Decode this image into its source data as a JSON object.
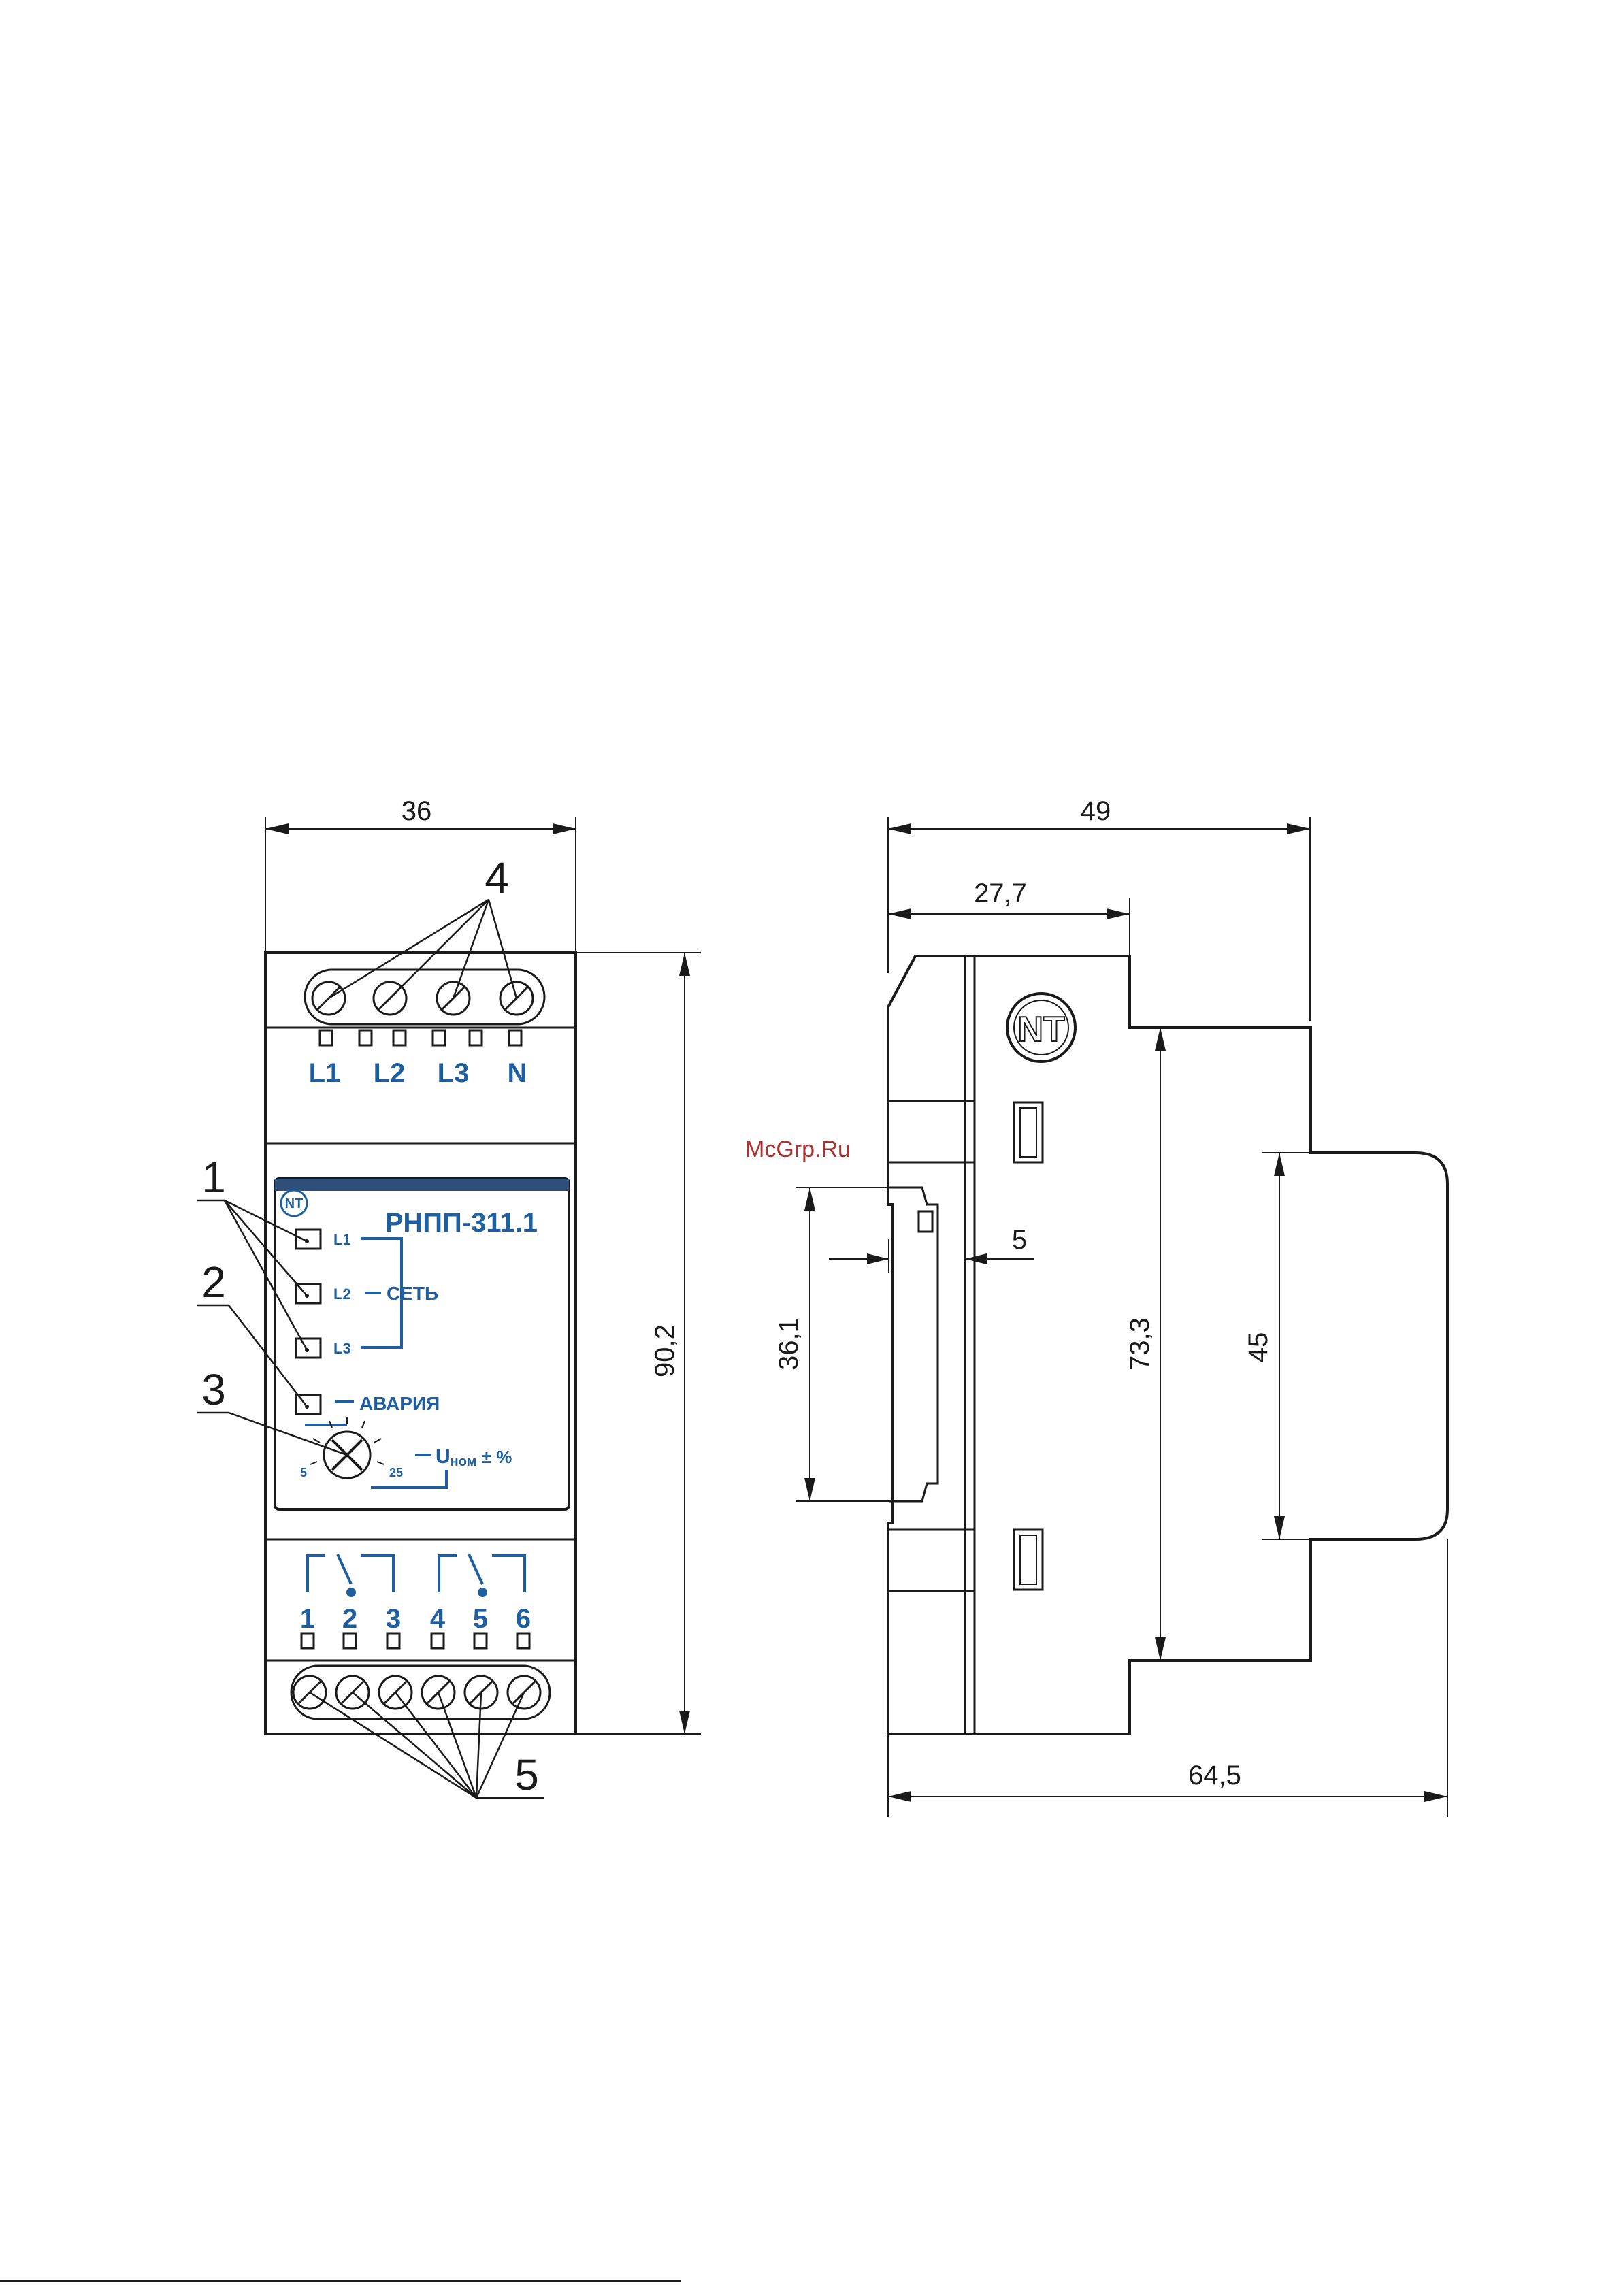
{
  "watermark": "McGrp.Ru",
  "front_view": {
    "dim_width": "36",
    "dim_height": "90,2",
    "top_terminal_labels": [
      "L1",
      "L2",
      "L3",
      "N"
    ],
    "model": "РНПП-311.1",
    "led_labels": [
      "L1",
      "L2",
      "L3"
    ],
    "group_label": "СЕТЬ",
    "alarm_label": "АВАРИЯ",
    "dial_min": "5",
    "dial_max": "25",
    "dial_label_main": "U",
    "dial_label_sub": "ном",
    "dial_label_suffix": " ± %",
    "bottom_terminal_labels": [
      "1",
      "2",
      "3",
      "4",
      "5",
      "6"
    ],
    "callouts": [
      "1",
      "2",
      "3",
      "4",
      "5"
    ]
  },
  "side_view": {
    "dim_total_depth_top": "49",
    "dim_front_part": "27,7",
    "dim_offset": "5",
    "dim_rail": "36,1",
    "dim_height_mid": "73,3",
    "dim_clip": "45",
    "dim_total_depth_bottom": "64,5",
    "logo_text": "NT"
  },
  "colors": {
    "line": "#1a1a1a",
    "panel_text": "#1f5fa0",
    "watermark": "#a83232"
  }
}
